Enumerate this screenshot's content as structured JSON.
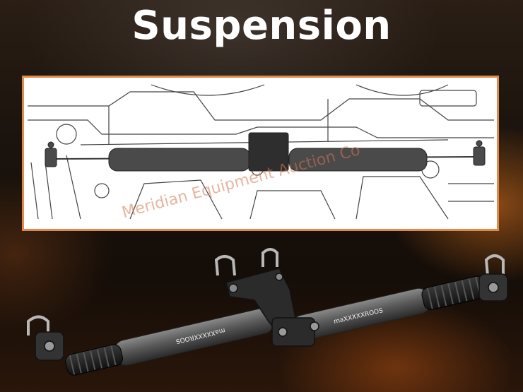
{
  "title": "Suspension",
  "watermark": "Meridian Equipment Auction Co",
  "product": {
    "brand_text_left": "maXXXXXROOS",
    "brand_text_right": "maXXXXXROOS"
  },
  "colors": {
    "accent_border": "#e0894a",
    "title": "#ffffff",
    "damper_fill": "#4a4a4a"
  },
  "icons": [
    "steering-stabilizer-diagram",
    "dual-damper-product"
  ]
}
